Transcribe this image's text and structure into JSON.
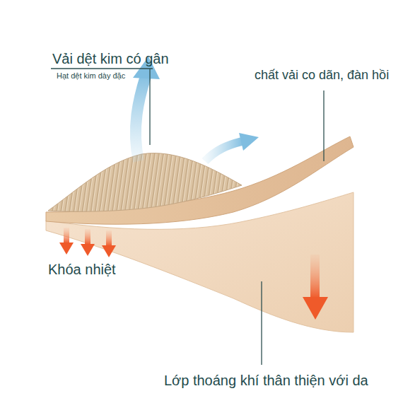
{
  "diagram": {
    "labels": [
      "Vải dệt kim có gân",
      "Hạt dệt kim dày đặc",
      "chất vải co dãn, đàn hồi",
      "Khóa nhiệt",
      "Lớp thoáng khí thân thiện với da"
    ]
  }
}
